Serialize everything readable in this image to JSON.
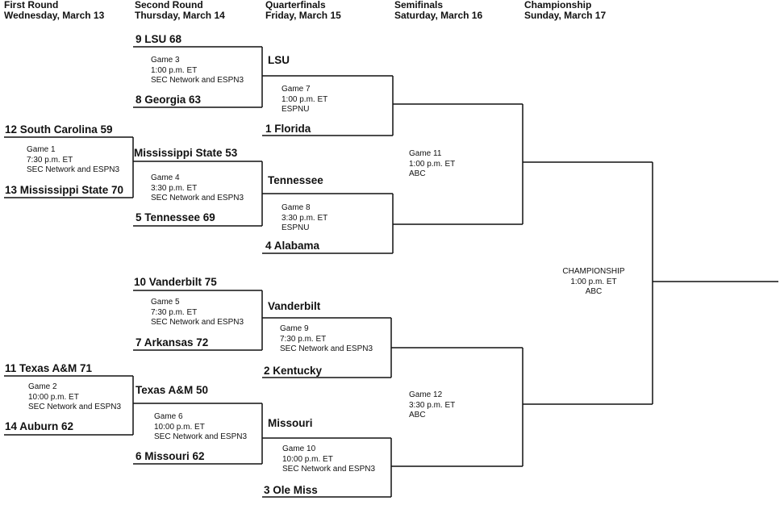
{
  "headers": [
    {
      "round": "First Round",
      "date": "Wednesday, March 13"
    },
    {
      "round": "Second Round",
      "date": "Thursday, March 14"
    },
    {
      "round": "Quarterfinals",
      "date": "Friday, March 15"
    },
    {
      "round": "Semifinals",
      "date": "Saturday, March 16"
    },
    {
      "round": "Championship",
      "date": "Sunday, March 17"
    }
  ],
  "round1": {
    "g1_top": "12 South Carolina 59",
    "g1_bottom": "13 Mississippi State 70",
    "g2_top": "11 Texas A&M 71",
    "g2_bottom": "14 Auburn 62"
  },
  "round2": {
    "g3_top": "9 LSU 68",
    "g3_bottom": "8 Georgia 63",
    "g4_top": "Mississippi State 53",
    "g4_bottom": "5 Tennessee 69",
    "g5_top": "10 Vanderbilt 75",
    "g5_bottom": "7 Arkansas 72",
    "g6_top": "Texas A&M 50",
    "g6_bottom": "6 Missouri 62"
  },
  "quarterfinals": {
    "g7_top": "LSU",
    "g7_bottom": "1 Florida",
    "g8_top": "Tennessee",
    "g8_bottom": "4 Alabama",
    "g9_top": "Vanderbilt",
    "g9_bottom": "2 Kentucky",
    "g10_top": "Missouri",
    "g10_bottom": "3 Ole Miss"
  },
  "games": {
    "g1": {
      "name": "Game 1",
      "time": "7:30 p.m. ET",
      "tv": "SEC Network and ESPN3"
    },
    "g2": {
      "name": "Game 2",
      "time": "10:00 p.m. ET",
      "tv": "SEC Network and ESPN3"
    },
    "g3": {
      "name": "Game 3",
      "time": "1:00 p.m. ET",
      "tv": "SEC Network and ESPN3"
    },
    "g4": {
      "name": "Game 4",
      "time": "3:30 p.m. ET",
      "tv": "SEC Network and ESPN3"
    },
    "g5": {
      "name": "Game 5",
      "time": "7:30 p.m. ET",
      "tv": "SEC Network and ESPN3"
    },
    "g6": {
      "name": "Game 6",
      "time": "10:00 p.m. ET",
      "tv": "SEC Network and ESPN3"
    },
    "g7": {
      "name": "Game 7",
      "time": "1:00 p.m. ET",
      "tv": "ESPNU"
    },
    "g8": {
      "name": "Game 8",
      "time": "3:30 p.m. ET",
      "tv": "ESPNU"
    },
    "g9": {
      "name": "Game 9",
      "time": "7:30 p.m. ET",
      "tv": "SEC Network and ESPN3"
    },
    "g10": {
      "name": "Game 10",
      "time": "10:00 p.m. ET",
      "tv": "SEC Network and ESPN3"
    },
    "g11": {
      "name": "Game 11",
      "time": "1:00 p.m. ET",
      "tv": "ABC"
    },
    "g12": {
      "name": "Game 12",
      "time": "3:30 p.m. ET",
      "tv": "ABC"
    },
    "champ": {
      "name": "CHAMPIONSHIP",
      "time": "1:00 p.m. ET",
      "tv": "ABC"
    }
  }
}
